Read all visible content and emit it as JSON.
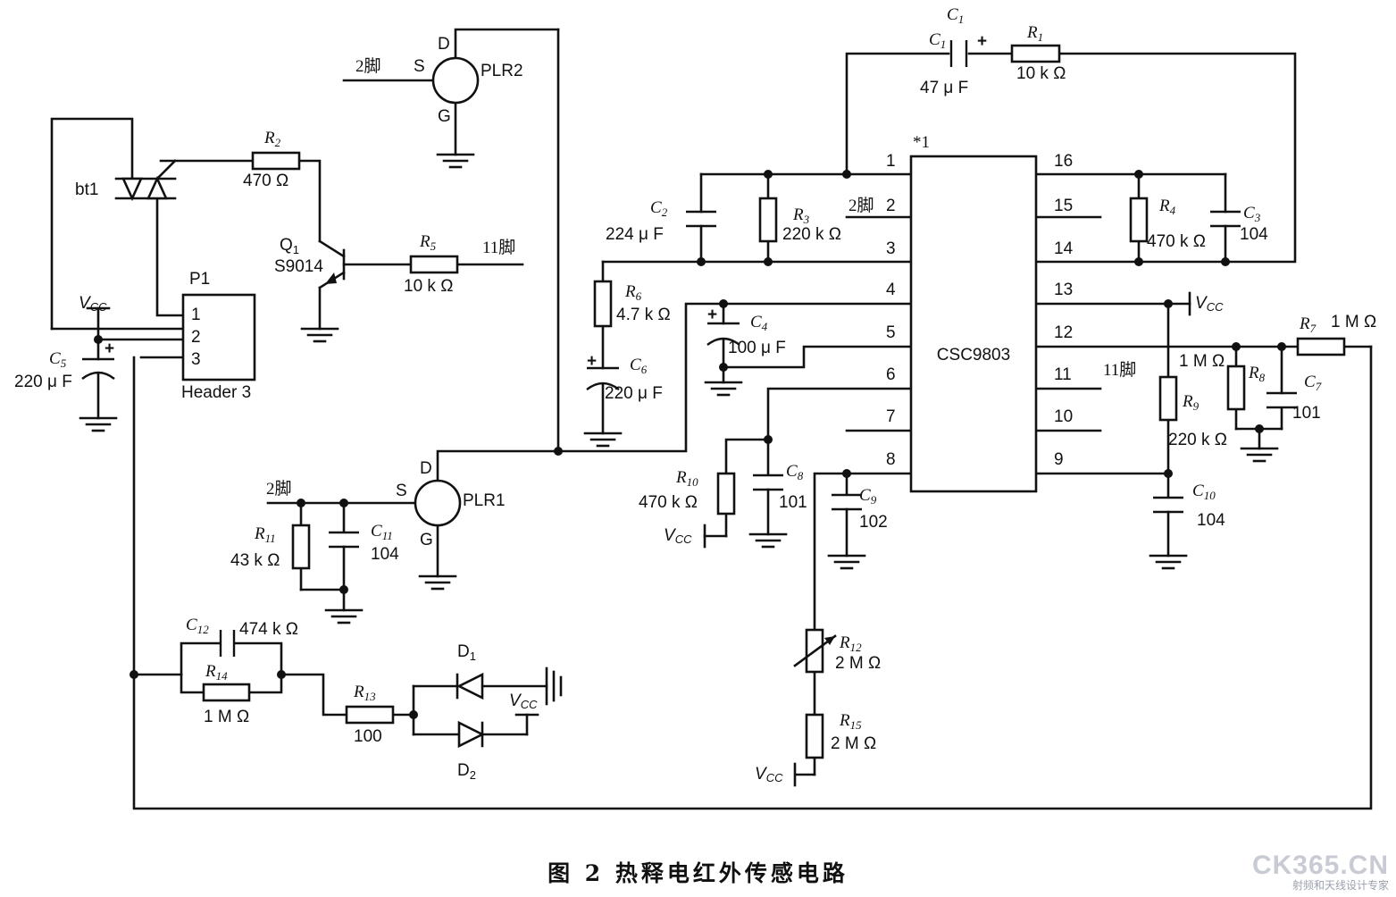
{
  "caption": "图 2   热释电红外传感电路",
  "watermark": {
    "logo": "CK365.CN",
    "subtitle": "射频和天线设计专家"
  },
  "ic": {
    "name": "CSC9803",
    "marker": "*1",
    "left_pins": [
      "1",
      "2",
      "3",
      "4",
      "5",
      "6",
      "7",
      "8"
    ],
    "right_pins": [
      "16",
      "15",
      "14",
      "13",
      "12",
      "11",
      "10",
      "9"
    ]
  },
  "sensors": {
    "plr1": {
      "name": "PLR1",
      "d": "D",
      "s": "S",
      "g": "G",
      "s_net": "2脚"
    },
    "plr2": {
      "name": "PLR2",
      "d": "D",
      "s": "S",
      "g": "G",
      "s_net": "2脚"
    }
  },
  "components": {
    "c1": {
      "ref_top": "C",
      "ref_top_sub": "1",
      "ref": "C",
      "ref_sub": "1",
      "value": "47 μ F",
      "pol": "+"
    },
    "r1": {
      "ref": "R",
      "ref_sub": "1",
      "value": "10 k Ω"
    },
    "r2": {
      "ref": "R",
      "ref_sub": "2",
      "value": "470  Ω"
    },
    "c2": {
      "ref": "C",
      "ref_sub": "2",
      "value": "224 μ F"
    },
    "r3": {
      "ref": "R",
      "ref_sub": "3",
      "value": "220 k Ω"
    },
    "r4": {
      "ref": "R",
      "ref_sub": "4",
      "value": "470 k Ω"
    },
    "c3": {
      "ref": "C",
      "ref_sub": "3",
      "value": "104"
    },
    "c4": {
      "ref": "C",
      "ref_sub": "4",
      "value": "100 μ F",
      "pol": "+"
    },
    "r5": {
      "ref": "R",
      "ref_sub": "5",
      "value": "10  k Ω"
    },
    "r6": {
      "ref": "R",
      "ref_sub": "6",
      "value": "4.7 k Ω"
    },
    "c6": {
      "ref": "C",
      "ref_sub": "6",
      "value": "220  μ F",
      "pol": "+"
    },
    "r7": {
      "ref": "R",
      "ref_sub": "7",
      "value": "1 M Ω"
    },
    "r8": {
      "ref": "R",
      "ref_sub": "8",
      "value": "1 M Ω"
    },
    "c7": {
      "ref": "C",
      "ref_sub": "7",
      "value": "101"
    },
    "r9": {
      "ref": "R",
      "ref_sub": "9",
      "value": "220 k Ω"
    },
    "c10": {
      "ref": "C",
      "ref_sub": "10",
      "value": "104"
    },
    "r10": {
      "ref": "R",
      "ref_sub": "10",
      "value": "470 k Ω"
    },
    "c8": {
      "ref": "C",
      "ref_sub": "8",
      "value": "101"
    },
    "c9": {
      "ref": "C",
      "ref_sub": "9",
      "value": "102"
    },
    "r11": {
      "ref": "R",
      "ref_sub": "11",
      "value": "43 k Ω"
    },
    "c11": {
      "ref": "C",
      "ref_sub": "11",
      "value": "104"
    },
    "c12": {
      "ref": "C",
      "ref_sub": "12",
      "value": "474 k Ω"
    },
    "r14": {
      "ref": "R",
      "ref_sub": "14",
      "value": "1 M Ω"
    },
    "r13": {
      "ref": "R",
      "ref_sub": "13",
      "value": "100"
    },
    "r12": {
      "ref": "R",
      "ref_sub": "12",
      "value": "2 M Ω"
    },
    "r15": {
      "ref": "R",
      "ref_sub": "15",
      "value": "2 M Ω"
    },
    "c5": {
      "ref": "C",
      "ref_sub": "5",
      "value": "220  μ F",
      "pol": "+"
    },
    "q1": {
      "ref": "Q",
      "ref_sub": "1",
      "part": "S9014"
    },
    "bt1": {
      "ref": "bt1"
    },
    "p1": {
      "ref": "P1",
      "part": "Header 3",
      "pins": [
        "1",
        "2",
        "3"
      ]
    },
    "d1": {
      "ref": "D",
      "ref_sub": "1"
    },
    "d2": {
      "ref": "D",
      "ref_sub": "2"
    }
  },
  "nets": {
    "pin11": "11脚",
    "pin11_ic": "11脚",
    "pin2_ic": "2脚",
    "vcc": "V",
    "vcc_sub": "CC"
  }
}
